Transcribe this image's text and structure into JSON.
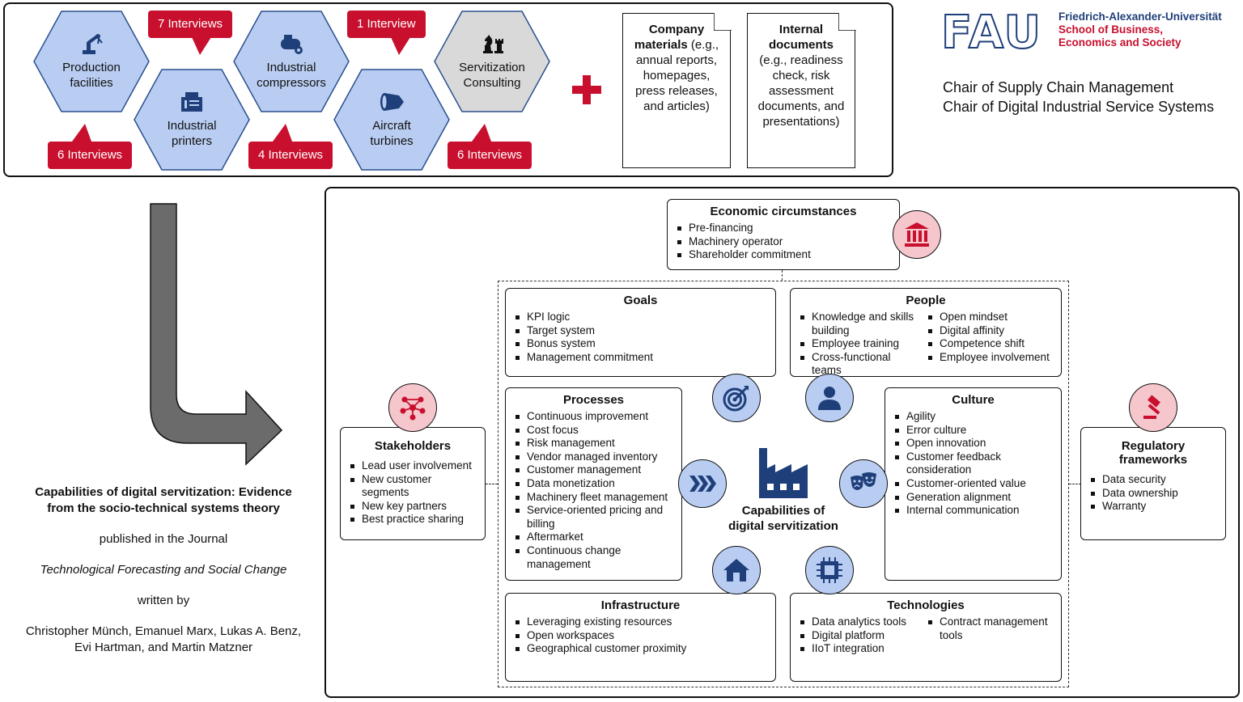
{
  "top": {
    "hexagons": [
      {
        "label": "Production\nfacilities",
        "icon": "robot-arm-icon",
        "fill": "#b9cdf2"
      },
      {
        "label": "Industrial\nprinters",
        "icon": "printer-icon",
        "fill": "#b9cdf2"
      },
      {
        "label": "Industrial\ncompressors",
        "icon": "compressor-icon",
        "fill": "#b9cdf2"
      },
      {
        "label": "Aircraft\nturbines",
        "icon": "turbine-icon",
        "fill": "#b9cdf2"
      },
      {
        "label": "Servitization\nConsulting",
        "icon": "chess-icon",
        "fill": "#d9d9d9"
      }
    ],
    "bubbles": [
      "7 Interviews",
      "1 Interview",
      "6 Interviews",
      "4 Interviews",
      "6 Interviews"
    ],
    "plus": "+",
    "doc1": {
      "title": "Company materials",
      "rest": " (e.g., annual reports, homepages, press releases, and articles)"
    },
    "doc2": {
      "title": "Internal documents",
      "rest": "(e.g., readiness check, risk assessment documents, and presentations)"
    }
  },
  "logo": {
    "mark": "FAU",
    "line1": "Friedrich-Alexander-Universität",
    "line2": "School of Business,",
    "line3": "Economics and Society",
    "chair1": "Chair of Supply Chain Management",
    "chair2": "Chair of Digital Industrial Service Systems"
  },
  "publication": {
    "title": "Capabilities of digital servitization: Evidence from the socio-technical systems theory",
    "published": "published in the Journal",
    "journal": "Technological Forecasting and Social Change",
    "written": "written by",
    "authors": "Christopher Münch, Emanuel Marx, Lukas A. Benz, Evi Hartman, and Martin Matzner"
  },
  "framework": {
    "center": "Capabilities of\ndigital servitization",
    "economic": {
      "title": "Economic circumstances",
      "items": [
        "Pre-financing",
        "Machinery operator",
        "Shareholder commitment"
      ]
    },
    "goals": {
      "title": "Goals",
      "items": [
        "KPI logic",
        "Target system",
        "Bonus system",
        "Management commitment"
      ]
    },
    "people": {
      "title": "People",
      "col1": [
        "Knowledge and skills building",
        "Employee training",
        "Cross-functional teams"
      ],
      "col2": [
        "Open mindset",
        "Digital affinity",
        "Competence shift",
        "Employee involvement"
      ]
    },
    "processes": {
      "title": "Processes",
      "items": [
        "Continuous improvement",
        "Cost focus",
        "Risk management",
        "Vendor managed inventory",
        "Customer management",
        "Data monetization",
        "Machinery fleet management",
        "Service-oriented pricing and billing",
        "Aftermarket",
        "Continuous change management"
      ]
    },
    "culture": {
      "title": "Culture",
      "items": [
        "Agility",
        "Error culture",
        "Open innovation",
        "Customer feedback consideration",
        "Customer-oriented value",
        "Generation alignment",
        "Internal communication"
      ]
    },
    "stakeholders": {
      "title": "Stakeholders",
      "items": [
        "Lead user involvement",
        "New customer segments",
        "New key partners",
        "Best practice sharing"
      ]
    },
    "regulatory": {
      "title": "Regulatory frameworks",
      "items": [
        "Data security",
        "Data ownership",
        "Warranty"
      ]
    },
    "infrastructure": {
      "title": "Infrastructure",
      "items": [
        "Leveraging existing resources",
        "Open workspaces",
        "Geographical customer proximity"
      ]
    },
    "technologies": {
      "title": "Technologies",
      "col1": [
        "Data analytics tools",
        "Digital platform",
        "IIoT integration"
      ],
      "col2": [
        "Contract management tools"
      ]
    }
  },
  "colors": {
    "red": "#c8102e",
    "blue_fill": "#b9cdf2",
    "navy": "#1f3f7a",
    "pink_fill": "#f5c6cc",
    "grey_fill": "#d9d9d9"
  }
}
